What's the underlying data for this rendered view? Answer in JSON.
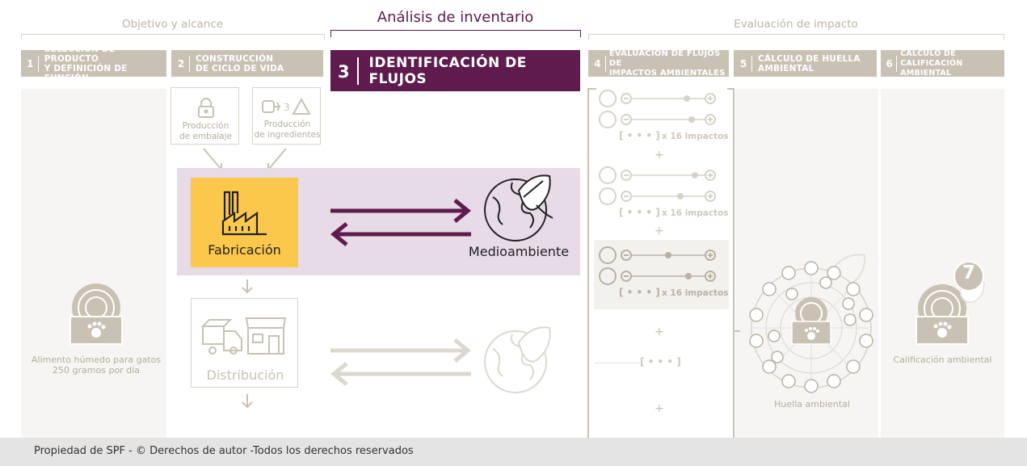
{
  "phases": {
    "p1": "Objetivo y alcance",
    "p2": "Análisis de inventario",
    "p3": "Evaluación de impacto"
  },
  "steps": [
    {
      "num": "1",
      "label_l1": "SELECCIÓN DE PRODUCTO",
      "label_l2": "Y DEFINICIÓN DE FUNCIÓN"
    },
    {
      "num": "2",
      "label_l1": "CONSTRUCCIÓN",
      "label_l2": "DE CICLO DE VIDA"
    },
    {
      "num": "3",
      "label": "IDENTIFICACIÓN DE FLUJOS"
    },
    {
      "num": "4",
      "label_l1": "EVALUACIÓN DE FLUJOS DE",
      "label_l2": "IMPACTOS AMBIENTALES"
    },
    {
      "num": "5",
      "label_l1": "CÁLCULO DE HUELLA",
      "label_l2": "AMBIENTAL"
    },
    {
      "num": "6",
      "label_l1": "CÁLCULO DE CALIFICACIÓN",
      "label_l2": "AMBIENTAL"
    }
  ],
  "product": {
    "l1": "Alimento húmedo para gatos",
    "l2": "250 gramos por día"
  },
  "lifecycle": {
    "packaging_l1": "Producción",
    "packaging_l2": "de embalaje",
    "ingredients_l1": "Producción",
    "ingredients_l2": "de ingredientes",
    "manufacturing": "Fabricación",
    "distribution": "Distribución"
  },
  "environment": "Medioambiente",
  "impacts": {
    "label": "x 16 impactos",
    "plus": "+",
    "ellipsis": "[ • • • ]"
  },
  "footprint": "Huella ambiental",
  "rating": {
    "label": "Calificación ambiental",
    "value": "7"
  },
  "footer": "Propiedad de SPF - © Derechos de autor -Todos los derechos reservados",
  "colors": {
    "purple": "#5f1b4e",
    "lavender": "#e6dbe7",
    "yellow": "#fbc84c",
    "tan": "#c9c2b4"
  }
}
